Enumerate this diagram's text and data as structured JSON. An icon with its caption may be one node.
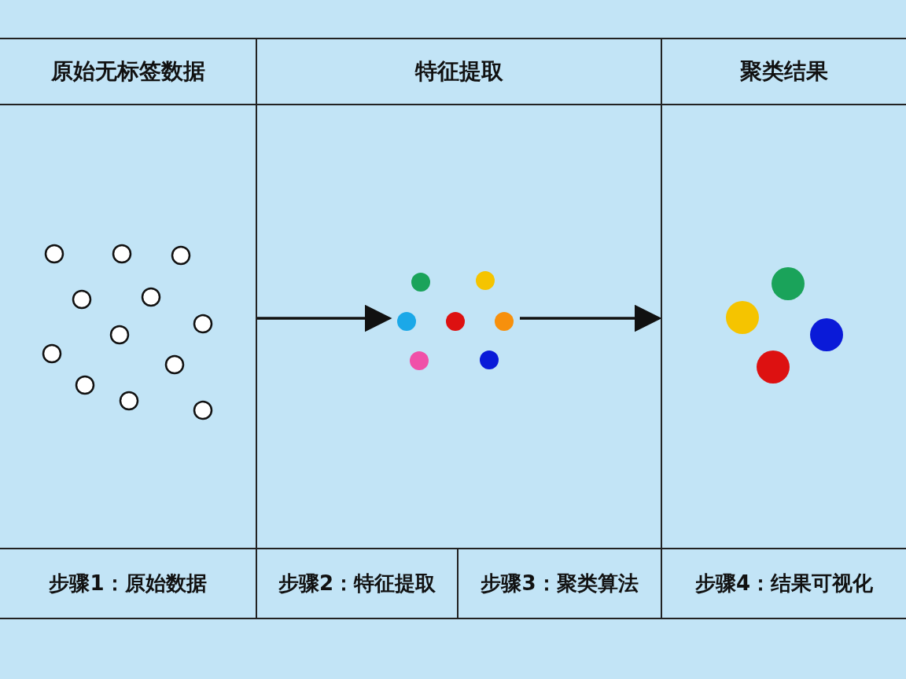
{
  "diagram": {
    "nodes": [
      {
        "text": [
          "原始无标签数据"
        ]
      },
      {
        "text": [],
        "shape": "picture",
        "in": 0
      },
      {
        "text": [
          "特征提取"
        ]
      },
      {
        "text": [],
        "shape": "picture",
        "in": 2
      },
      {
        "text": [
          "聚类结果"
        ]
      },
      {
        "text": [],
        "shape": "picture",
        "in": 4
      }
    ],
    "edges": [
      {
        "from": 0,
        "to": 3,
        "arrow": "to"
      },
      {
        "from": 3,
        "to": 4,
        "arrow": "to"
      }
    ],
    "labels": [
      "步骤1：原始数据",
      "步骤2：特征提取",
      "步骤3：聚类算法",
      "步骤4：结果可视化"
    ]
  }
}
